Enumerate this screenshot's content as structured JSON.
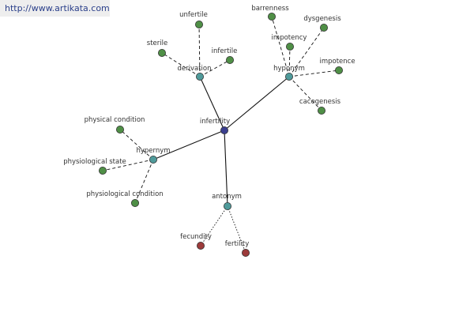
{
  "watermark": {
    "text": "http://www.artikata.com"
  },
  "colors": {
    "center": "#3b3f8f",
    "relation": "#4f9a9a",
    "synonym_leaf": "#4f8f46",
    "antonym_leaf": "#9c3b3b"
  },
  "graph": {
    "center": {
      "id": "infertility",
      "label": "infertility"
    },
    "relations": [
      {
        "id": "derivation",
        "label": "derivation",
        "edge": "solid"
      },
      {
        "id": "hyponym",
        "label": "hyponym",
        "edge": "solid"
      },
      {
        "id": "hypernym",
        "label": "hypernym",
        "edge": "solid"
      },
      {
        "id": "antonym",
        "label": "antonym",
        "edge": "solid"
      }
    ],
    "leaves": [
      {
        "id": "unfertile",
        "label": "unfertile",
        "parent": "derivation",
        "kind": "synonym_leaf",
        "edge": "dash"
      },
      {
        "id": "sterile",
        "label": "sterile",
        "parent": "derivation",
        "kind": "synonym_leaf",
        "edge": "dash"
      },
      {
        "id": "infertile",
        "label": "infertile",
        "parent": "derivation",
        "kind": "synonym_leaf",
        "edge": "dash"
      },
      {
        "id": "barrenness",
        "label": "barrenness",
        "parent": "hyponym",
        "kind": "synonym_leaf",
        "edge": "dash"
      },
      {
        "id": "dysgenesis",
        "label": "dysgenesis",
        "parent": "hyponym",
        "kind": "synonym_leaf",
        "edge": "dash"
      },
      {
        "id": "impotency",
        "label": "impotency",
        "parent": "hyponym",
        "kind": "synonym_leaf",
        "edge": "dash"
      },
      {
        "id": "impotence",
        "label": "impotence",
        "parent": "hyponym",
        "kind": "synonym_leaf",
        "edge": "dash"
      },
      {
        "id": "cacogenesis",
        "label": "cacogenesis",
        "parent": "hyponym",
        "kind": "synonym_leaf",
        "edge": "dash"
      },
      {
        "id": "physical-condition",
        "label": "physical condition",
        "parent": "hypernym",
        "kind": "synonym_leaf",
        "edge": "dash"
      },
      {
        "id": "physiological-state",
        "label": "physiological state",
        "parent": "hypernym",
        "kind": "synonym_leaf",
        "edge": "dash"
      },
      {
        "id": "physiological-condition",
        "label": "physiological condition",
        "parent": "hypernym",
        "kind": "synonym_leaf",
        "edge": "dash"
      },
      {
        "id": "fecundity",
        "label": "fecundity",
        "parent": "antonym",
        "kind": "antonym_leaf",
        "edge": "dot"
      },
      {
        "id": "fertility",
        "label": "fertility",
        "parent": "antonym",
        "kind": "antonym_leaf",
        "edge": "dot"
      }
    ]
  }
}
